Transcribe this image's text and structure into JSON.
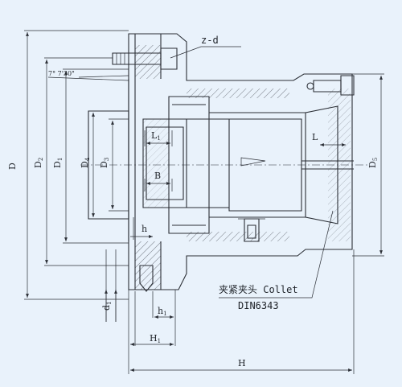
{
  "labels": {
    "D": "D",
    "D2": "D",
    "D2_sub": "2",
    "D1": "D",
    "D1_sub": "1",
    "D4": "D",
    "D4_sub": "4",
    "D3": "D",
    "D3_sub": "3",
    "D5": "D",
    "D5_sub": "5",
    "L1": "L",
    "L1_sub": "1",
    "L": "L",
    "B": "B",
    "h": "h",
    "h1": "h",
    "h1_sub": "1",
    "H1": "H",
    "H1_sub": "1",
    "H": "H",
    "d1": "d",
    "d1_sub": "1",
    "zd": "z-d",
    "angle": "7° 7'30\""
  },
  "callout": {
    "line1": "夹紧夹头 Collet",
    "line2": "DIN6343"
  }
}
